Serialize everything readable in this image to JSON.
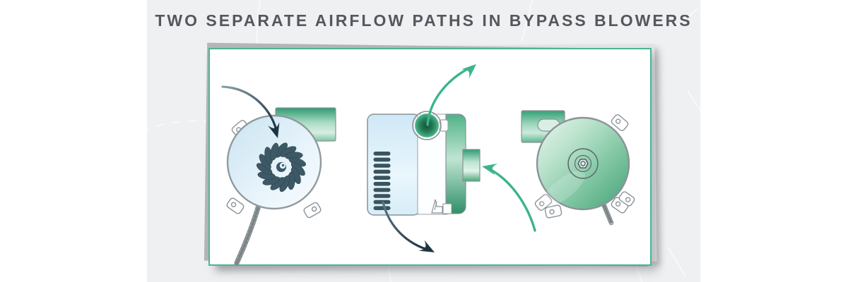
{
  "title": "TWO SEPARATE AIRFLOW PATHS IN BYPASS BLOWERS",
  "colors": {
    "page_bg": "#ffffff",
    "panel_bg": "#eff0f2",
    "title_text": "#54585d",
    "card_bg": "#ffffff",
    "card_border_green": "#4db592",
    "airflow_green": "#3cb489",
    "airflow_navy": "#1d3441",
    "outline_gray": "#8b9297",
    "blower_blue": "#cfe8f6",
    "blower_green": "#58b68c",
    "impeller_slate": "#3d5966",
    "vent_slate": "#39545f"
  },
  "card": {
    "illustrations": [
      {
        "name": "blower-front-view-illustration",
        "arrows": [
          "dark-airflow-arrow-into-impeller"
        ]
      },
      {
        "name": "blower-side-view-illustration",
        "arrows": [
          "green-airflow-arrow-out-top",
          "green-airflow-arrow-into-side-port",
          "dark-airflow-arrow-out-bottom"
        ]
      },
      {
        "name": "blower-rear-view-illustration",
        "arrows": []
      }
    ]
  }
}
